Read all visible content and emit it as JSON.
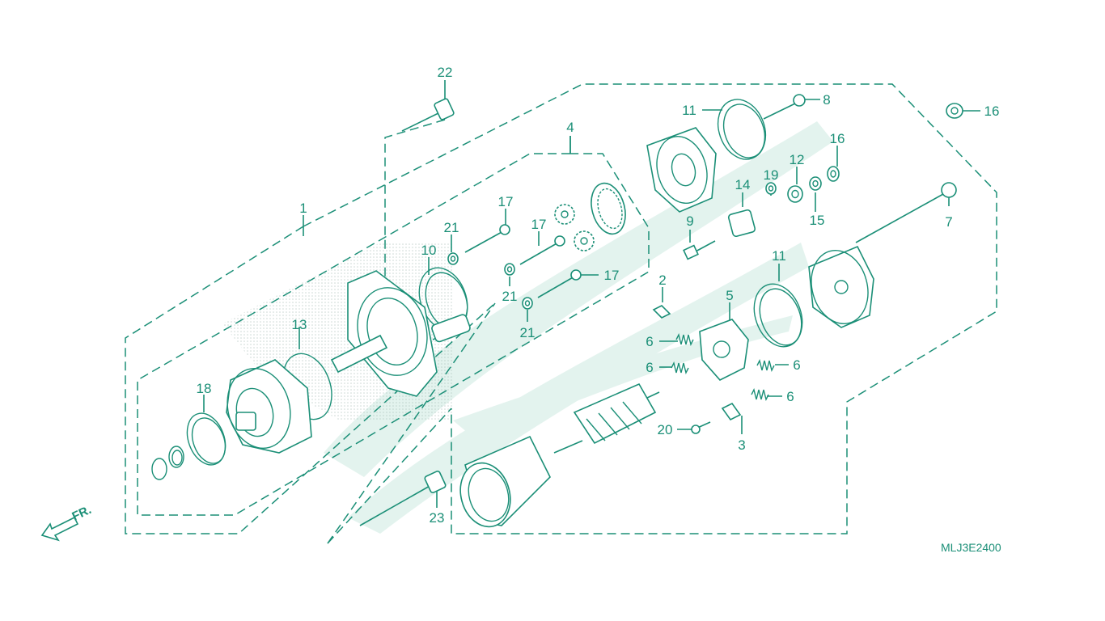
{
  "diagram": {
    "code": "MLJ3E2400",
    "front_marker": "FR.",
    "colors": {
      "line": "#1b8f77",
      "watermark": "#e3f3ee",
      "background": "#ffffff"
    },
    "callouts": [
      {
        "id": "c1",
        "label": "1"
      },
      {
        "id": "c2",
        "label": "2"
      },
      {
        "id": "c3",
        "label": "3"
      },
      {
        "id": "c4",
        "label": "4"
      },
      {
        "id": "c5",
        "label": "5"
      },
      {
        "id": "c6a",
        "label": "6"
      },
      {
        "id": "c6b",
        "label": "6"
      },
      {
        "id": "c6c",
        "label": "6"
      },
      {
        "id": "c6d",
        "label": "6"
      },
      {
        "id": "c7",
        "label": "7"
      },
      {
        "id": "c8",
        "label": "8"
      },
      {
        "id": "c9",
        "label": "9"
      },
      {
        "id": "c10",
        "label": "10"
      },
      {
        "id": "c11a",
        "label": "11"
      },
      {
        "id": "c11b",
        "label": "11"
      },
      {
        "id": "c12",
        "label": "12"
      },
      {
        "id": "c13",
        "label": "13"
      },
      {
        "id": "c14",
        "label": "14"
      },
      {
        "id": "c15",
        "label": "15"
      },
      {
        "id": "c16a",
        "label": "16"
      },
      {
        "id": "c16b",
        "label": "16"
      },
      {
        "id": "c17a",
        "label": "17"
      },
      {
        "id": "c17b",
        "label": "17"
      },
      {
        "id": "c17c",
        "label": "17"
      },
      {
        "id": "c18",
        "label": "18"
      },
      {
        "id": "c19",
        "label": "19"
      },
      {
        "id": "c20",
        "label": "20"
      },
      {
        "id": "c21a",
        "label": "21"
      },
      {
        "id": "c21b",
        "label": "21"
      },
      {
        "id": "c21c",
        "label": "21"
      },
      {
        "id": "c22",
        "label": "22"
      },
      {
        "id": "c23",
        "label": "23"
      }
    ]
  }
}
